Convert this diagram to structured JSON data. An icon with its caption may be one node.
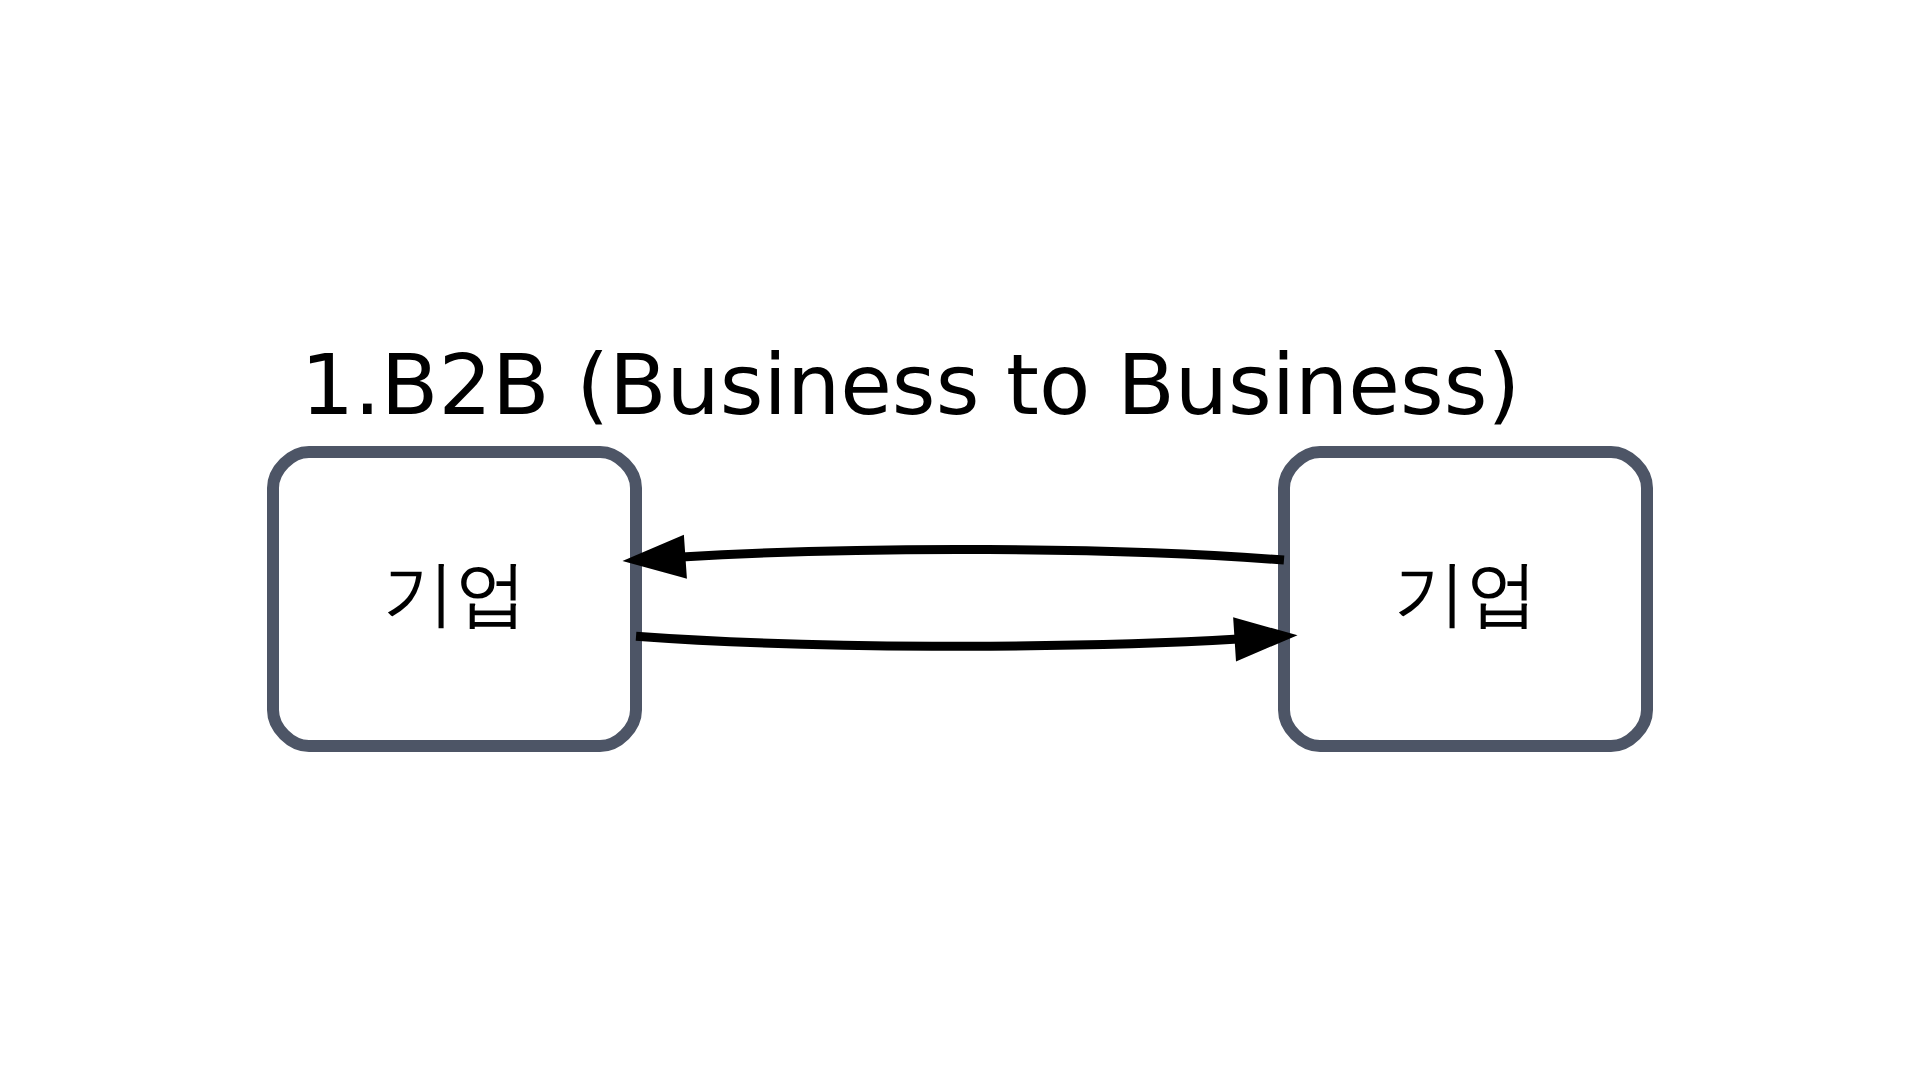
{
  "diagram": {
    "title": "1.B2B (Business to Business)",
    "nodes": [
      {
        "text": [
          "기업"
        ]
      },
      {
        "text": [
          "기업"
        ]
      }
    ],
    "edges": [
      {
        "from": 1,
        "to": 0,
        "arrow": "to"
      },
      {
        "from": 0,
        "to": 1,
        "arrow": "to"
      }
    ]
  }
}
